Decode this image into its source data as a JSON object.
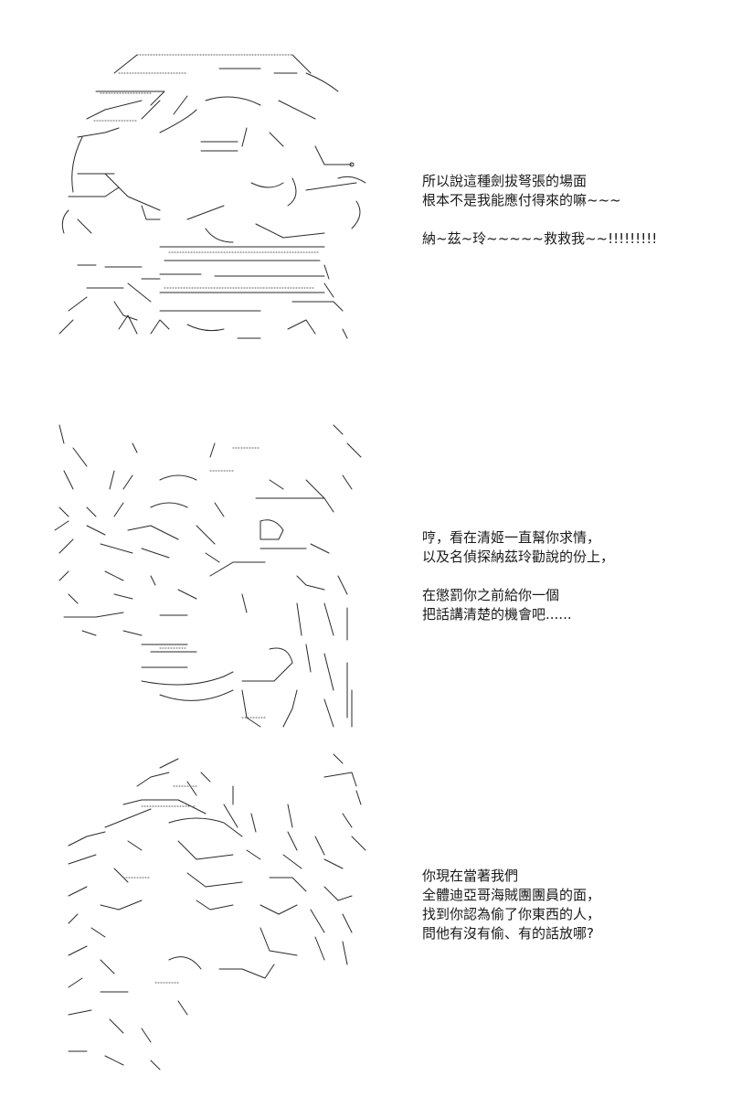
{
  "panels": [
    {
      "lines": [
        "所以說這種劍拔弩張的場面",
        "根本不是我能應付得來的嘛~~~",
        "納~茲~玲~~~~~救救我~~!!!!!!!!!"
      ]
    },
    {
      "lines": [
        "哼，看在清姬一直幫你求情，",
        "以及名偵探納茲玲勸說的份上，",
        "在懲罰你之前給你一個",
        "把話講清楚的機會吧......"
      ]
    },
    {
      "lines": [
        "你現在當著我們",
        "全體迪亞哥海賊團團員的面，",
        "找到你認為偷了你東西的人，",
        "問他有沒有偷、有的話放哪?"
      ]
    }
  ]
}
